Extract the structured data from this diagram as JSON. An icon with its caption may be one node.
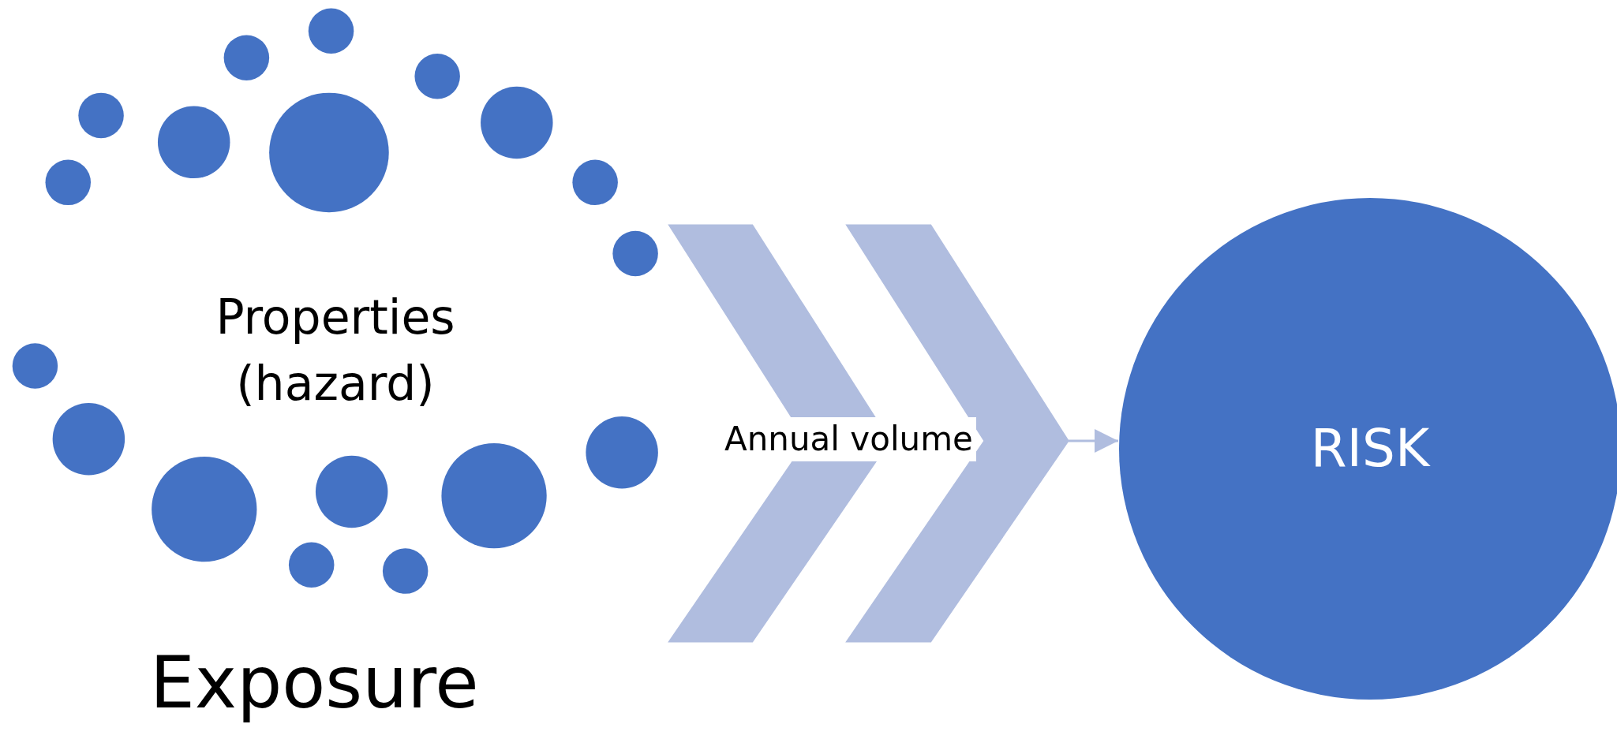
{
  "diagram": {
    "nodes": [
      {
        "text": [
          "Properties (hazard)"
        ],
        "beside": [
          "Exposure"
        ]
      },
      {
        "text": [
          "RISK"
        ]
      }
    ],
    "edges": [
      {
        "from": 0,
        "to": 1,
        "arrow": "to",
        "label": "Annual volume"
      }
    ]
  }
}
